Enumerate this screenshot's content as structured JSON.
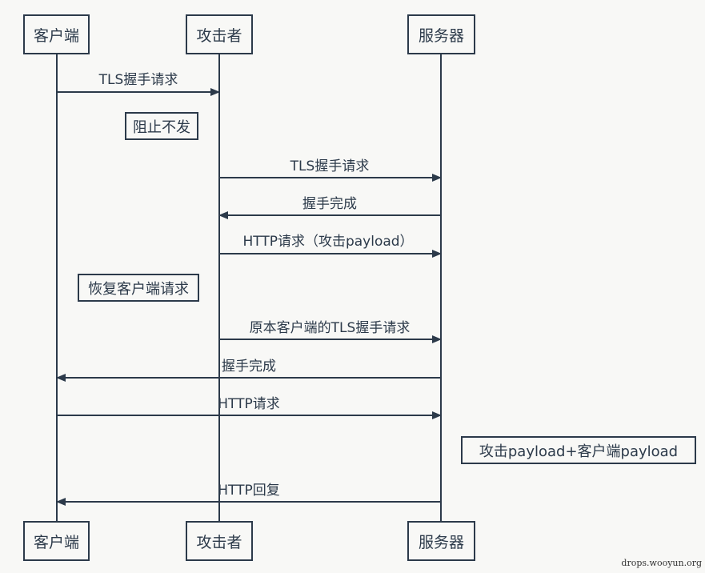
{
  "actors": {
    "client": "客户端",
    "attacker": "攻击者",
    "server": "服务器"
  },
  "messages": [
    {
      "label": "TLS握手请求",
      "from": "client",
      "to": "attacker"
    },
    {
      "label": "TLS握手请求",
      "from": "attacker",
      "to": "server"
    },
    {
      "label": "握手完成",
      "from": "server",
      "to": "attacker"
    },
    {
      "label": "HTTP请求（攻击payload）",
      "from": "attacker",
      "to": "server"
    },
    {
      "label": "原本客户端的TLS握手请求",
      "from": "attacker",
      "to": "server"
    },
    {
      "label": "握手完成",
      "from": "server",
      "to": "client"
    },
    {
      "label": "HTTP请求",
      "from": "client",
      "to": "server"
    },
    {
      "label": "HTTP回复",
      "from": "server",
      "to": "client"
    }
  ],
  "notes": [
    {
      "label": "阻止不发"
    },
    {
      "label": "恢复客户端请求"
    },
    {
      "label": "攻击payload+客户端payload"
    }
  ],
  "watermark": "drops.wooyun.org"
}
